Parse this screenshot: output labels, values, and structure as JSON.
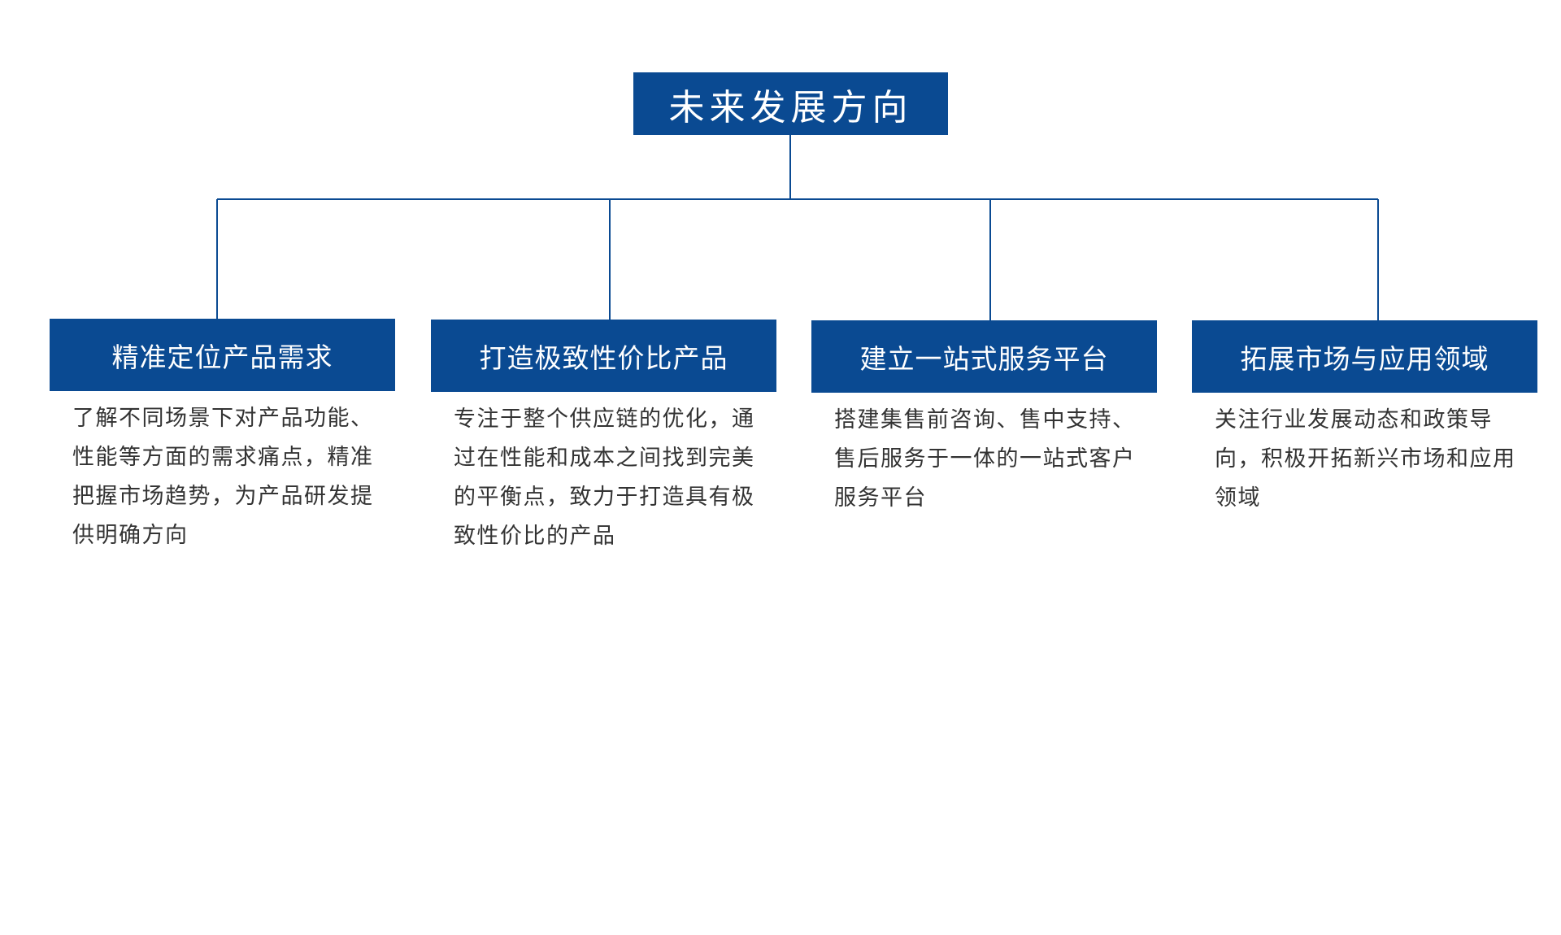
{
  "diagram": {
    "root": {
      "label": "未来发展方向"
    },
    "branches": [
      {
        "title": "精准定位产品需求",
        "description": "了解不同场景下对产品功能、性能等方面的需求痛点，精准把握市场趋势，为产品研发提供明确方向"
      },
      {
        "title": "打造极致性价比产品",
        "description": "专注于整个供应链的优化，通过在性能和成本之间找到完美的平衡点，致力于打造具有极致性价比的产品"
      },
      {
        "title": "建立一站式服务平台",
        "description": "搭建集售前咨询、售中支持、售后服务于一体的一站式客户服务平台"
      },
      {
        "title": "拓展市场与应用领域",
        "description": "关注行业发展动态和政策导向，积极开拓新兴市场和应用领域"
      }
    ],
    "colors": {
      "box_fill": "#0a4a92",
      "box_text": "#ffffff",
      "connector": "#0a4a92",
      "body_text": "#333333"
    }
  }
}
